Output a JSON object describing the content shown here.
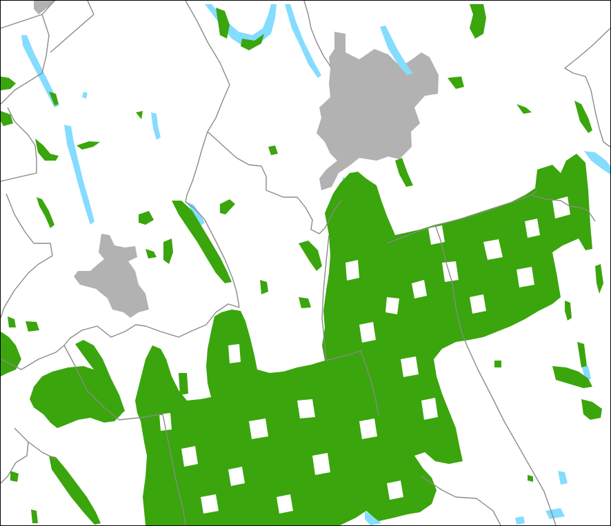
{
  "map": {
    "colors": {
      "background": "#ffffff",
      "forest": "#3aa50c",
      "water": "#84dcff",
      "urban": "#b2b2b2",
      "boundary": "#8a8a8a",
      "frame": "#000000"
    },
    "layers": [
      "forest",
      "water",
      "urban",
      "boundary"
    ]
  }
}
